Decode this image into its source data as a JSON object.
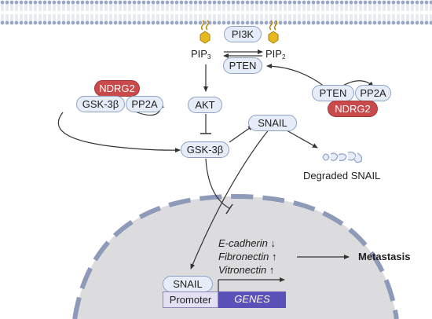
{
  "nodes": {
    "pi3k": "PI3K",
    "pip3_main": "PIP",
    "pip3_sub": "3",
    "pip2_main": "PIP",
    "pip2_sub": "2",
    "pten_top": "PTEN",
    "akt": "AKT",
    "ndrg2_left": "NDRG2",
    "gsk3b_left": "GSK-3β",
    "pp2a_left": "PP2A",
    "gsk3b_center": "GSK-3β",
    "snail_top": "SNAIL",
    "degraded_snail": "Degraded SNAIL",
    "pten_right": "PTEN",
    "pp2a_right": "PP2A",
    "ndrg2_right": "NDRG2",
    "snail_nucleus": "SNAIL",
    "promoter": "Promoter",
    "genes": "GENES",
    "metastasis": "Metastasis"
  },
  "gene_effects": [
    {
      "name": "E-cadherin",
      "direction": "↓"
    },
    {
      "name": "Fibronectin",
      "direction": "↑"
    },
    {
      "name": "Vitronectin",
      "direction": "↑"
    }
  ],
  "colors": {
    "node_fill": "#e6edf8",
    "node_border": "#8ea1c5",
    "ndrg2_fill": "#c94a4a",
    "genes_fill": "#5b4fb8",
    "promoter_fill": "#e4e0f3",
    "nucleus_fill": "#dcdcde",
    "membrane": "#8d9bb8",
    "lipid": "#e8b820"
  }
}
